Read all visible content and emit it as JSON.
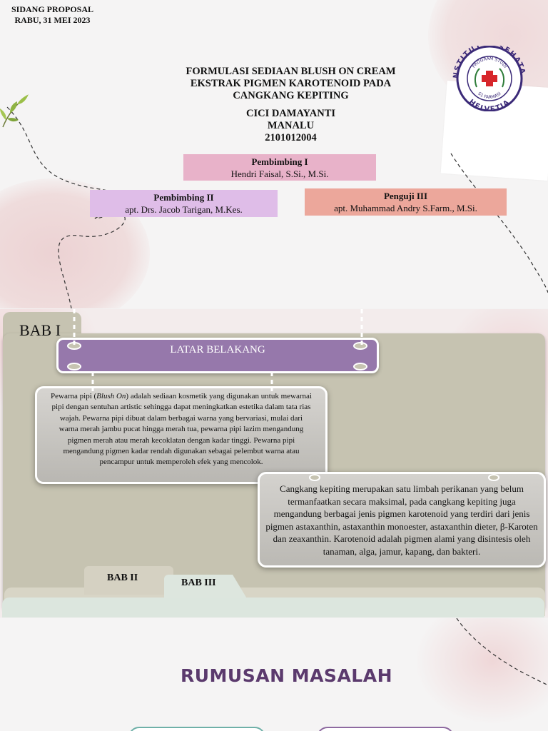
{
  "slide1": {
    "event": "SIDANG PROPOSAL",
    "date": "RABU, 31 MEI 2023",
    "title_lines": [
      "FORMULASI SEDIAAN BLUSH ON CREAM",
      "EKSTRAK PIGMEN KAROTENOID PADA",
      "CANGKANG KEPITING"
    ],
    "author_lines": [
      "CICI DAMAYANTI",
      "MANALU",
      "2101012004"
    ],
    "pembimbing1": {
      "heading": "Pembimbing I",
      "name": "Hendri Faisal, S.Si., M.Si."
    },
    "pembimbing2": {
      "heading": "Pembimbing II",
      "name": "apt. Drs. Jacob Tarigan, M.Kes."
    },
    "penguji3": {
      "heading": "Penguji III",
      "name": "apt. Muhammad Andry S.Farm., M.Si."
    },
    "logo": {
      "outer_top": "INSTITUT KESEHATAN",
      "outer_bottom": "HELVETIA",
      "inner_top": "PROGRAM STUDI",
      "inner_bottom": "S1 FARMASI",
      "cross_color": "#d7262b",
      "ring_color": "#3b2a78"
    }
  },
  "slide2": {
    "folder_label": "BAB I",
    "section_header": "LATAR BELAKANG",
    "card1": {
      "text_before": "Pewarna pipi (",
      "text_italic": "Blush On",
      "text_after": ") adalah sediaan kosmetik yang digunakan untuk mewarnai pipi dengan sentuhan artistic sehingga dapat meningkatkan estetika dalam tata rias wajah. Pewarna pipi dibuat dalam berbagai warna yang bervariasi, mulai dari warna merah jambu pucat hingga merah tua, pewarna pipi lazim mengandung pigmen merah atau merah kecoklatan dengan kadar tinggi. Pewarna pipi mengandung pigmen kadar rendah digunakan sebagai pelembut warna atau pencampur untuk memperoleh efek yang mencolok."
    },
    "card2": {
      "text": "Cangkang kepiting merupakan satu limbah perikanan yang belum termanfaatkan secara maksimal, pada cangkang kepiting juga mengandung berbagai jenis pigmen karotenoid yang terdiri dari jenis pigmen astaxanthin, astaxanthin monoester, astaxanthin dieter, β-Karoten dan zeaxanthin. Karotenoid adalah pigmen alami yang disintesis oleh tanaman, alga, jamur, kapang, dan bakteri."
    },
    "tabs": [
      "BAB II",
      "BAB III"
    ],
    "colors": {
      "folder": "#c6c3b1",
      "header": "#9678ab"
    }
  },
  "slide3": {
    "heading": "RUMUSAN MASALAH",
    "colors": {
      "heading": "#5b3a6d",
      "pill_left": "#6fb0a8",
      "pill_right": "#8e6aa0"
    }
  }
}
